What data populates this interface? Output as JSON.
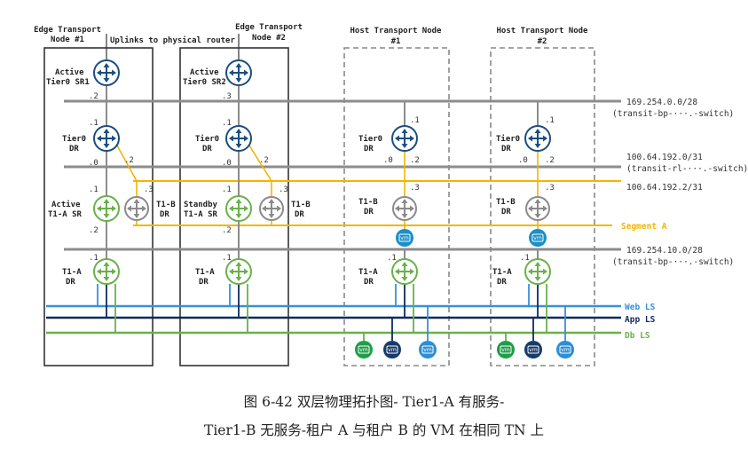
{
  "caption": {
    "line1": "图 6-42 双层物理拓扑图- Tier1-A 有服务-",
    "line2": "Tier1-B 无服务-租户 A 与租户 B 的 VM 在相同 TN 上"
  },
  "uplink_label": "Uplinks to physical router",
  "columns": [
    {
      "title1": "Edge Transport",
      "title2": "Node #1"
    },
    {
      "title1": "Edge Transport",
      "title2": "Node #2"
    },
    {
      "title1": "Host Transport Node",
      "title2": "#1"
    },
    {
      "title1": "Host Transport Node",
      "title2": "#2"
    }
  ],
  "nodes": {
    "e1_t0sr": {
      "l1": "Active",
      "l2": "Tier0 SR1"
    },
    "e2_t0sr": {
      "l1": "Active",
      "l2": "Tier0 SR2"
    },
    "t0dr": {
      "l1": "Tier0",
      "l2": "DR"
    },
    "e1_t1asr": {
      "l1": "Active",
      "l2": "T1-A SR"
    },
    "e2_t1asr": {
      "l1": "Standby",
      "l2": "T1-A SR"
    },
    "t1bdr": {
      "l1": "T1-B",
      "l2": "DR"
    },
    "t1adr": {
      "l1": "T1-A",
      "l2": "DR"
    }
  },
  "networks": {
    "n1": {
      "l1": "169.254.0.0/28",
      "l2": "(transit-bp-···.-switch)"
    },
    "n2": {
      "l1": "100.64.192.0/31",
      "l2": "(transit-rl-···.-switch)"
    },
    "n3": {
      "l1": "100.64.192.2/31"
    },
    "seg": {
      "l1": "Segment A"
    },
    "n4": {
      "l1": "169.254.10.0/28",
      "l2": "(transit-bp-···.-switch)"
    },
    "web": {
      "l1": "Web LS"
    },
    "app": {
      "l1": "App LS"
    },
    "db": {
      "l1": "Db LS"
    }
  },
  "ports": {
    "p1": ".1",
    "p0": ".0",
    "p2": ".2",
    "p3": ".3"
  },
  "vm": "vm",
  "colors": {
    "tier0": "#1c4e80",
    "tier1a": "#6ab04c",
    "tier1b": "#8a8a8a",
    "yellow": "#f5b400",
    "web": "#3a8fd9",
    "app": "#0f2a5e",
    "db": "#6ab04c",
    "gray": "#8c8c8c",
    "vm_web": "#2a8fd6",
    "vm_app": "#163a6b",
    "vm_db": "#1e9e4a",
    "vm_seg": "#1a8fc9"
  }
}
